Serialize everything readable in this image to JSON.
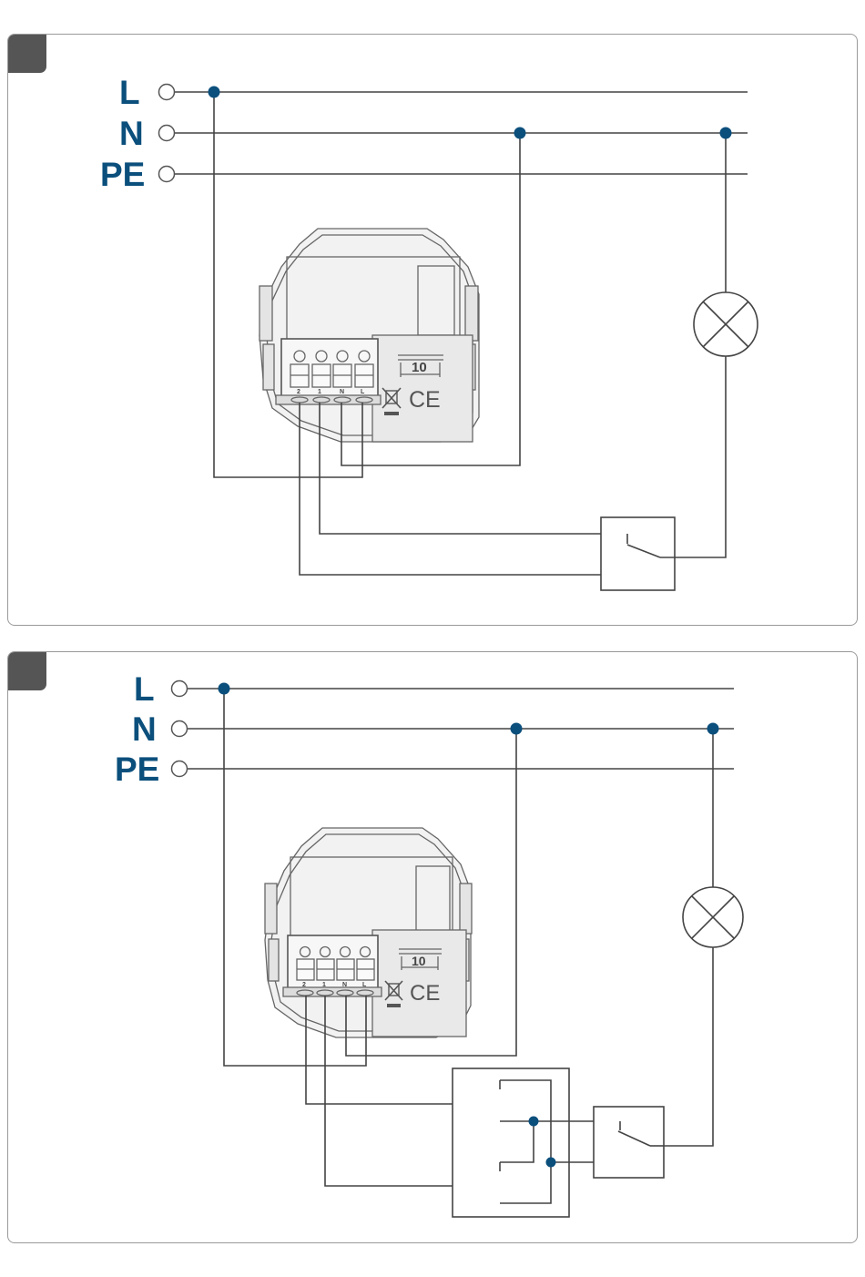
{
  "diagrams": [
    {
      "conductors": {
        "line": "L",
        "neutral": "N",
        "earth": "PE"
      },
      "device": {
        "terminals": [
          "2",
          "1",
          "N",
          "L"
        ],
        "rating": "10",
        "certification": "CE"
      },
      "switch_type": "single"
    },
    {
      "conductors": {
        "line": "L",
        "neutral": "N",
        "earth": "PE"
      },
      "device": {
        "terminals": [
          "2",
          "1",
          "N",
          "L"
        ],
        "rating": "10",
        "certification": "CE"
      },
      "switch_type": "two-way with intermediate"
    }
  ],
  "colors": {
    "conductor_label": "#0b4f7c",
    "junction": "#0b4f7c",
    "wire": "#444444",
    "badge": "#555555"
  }
}
